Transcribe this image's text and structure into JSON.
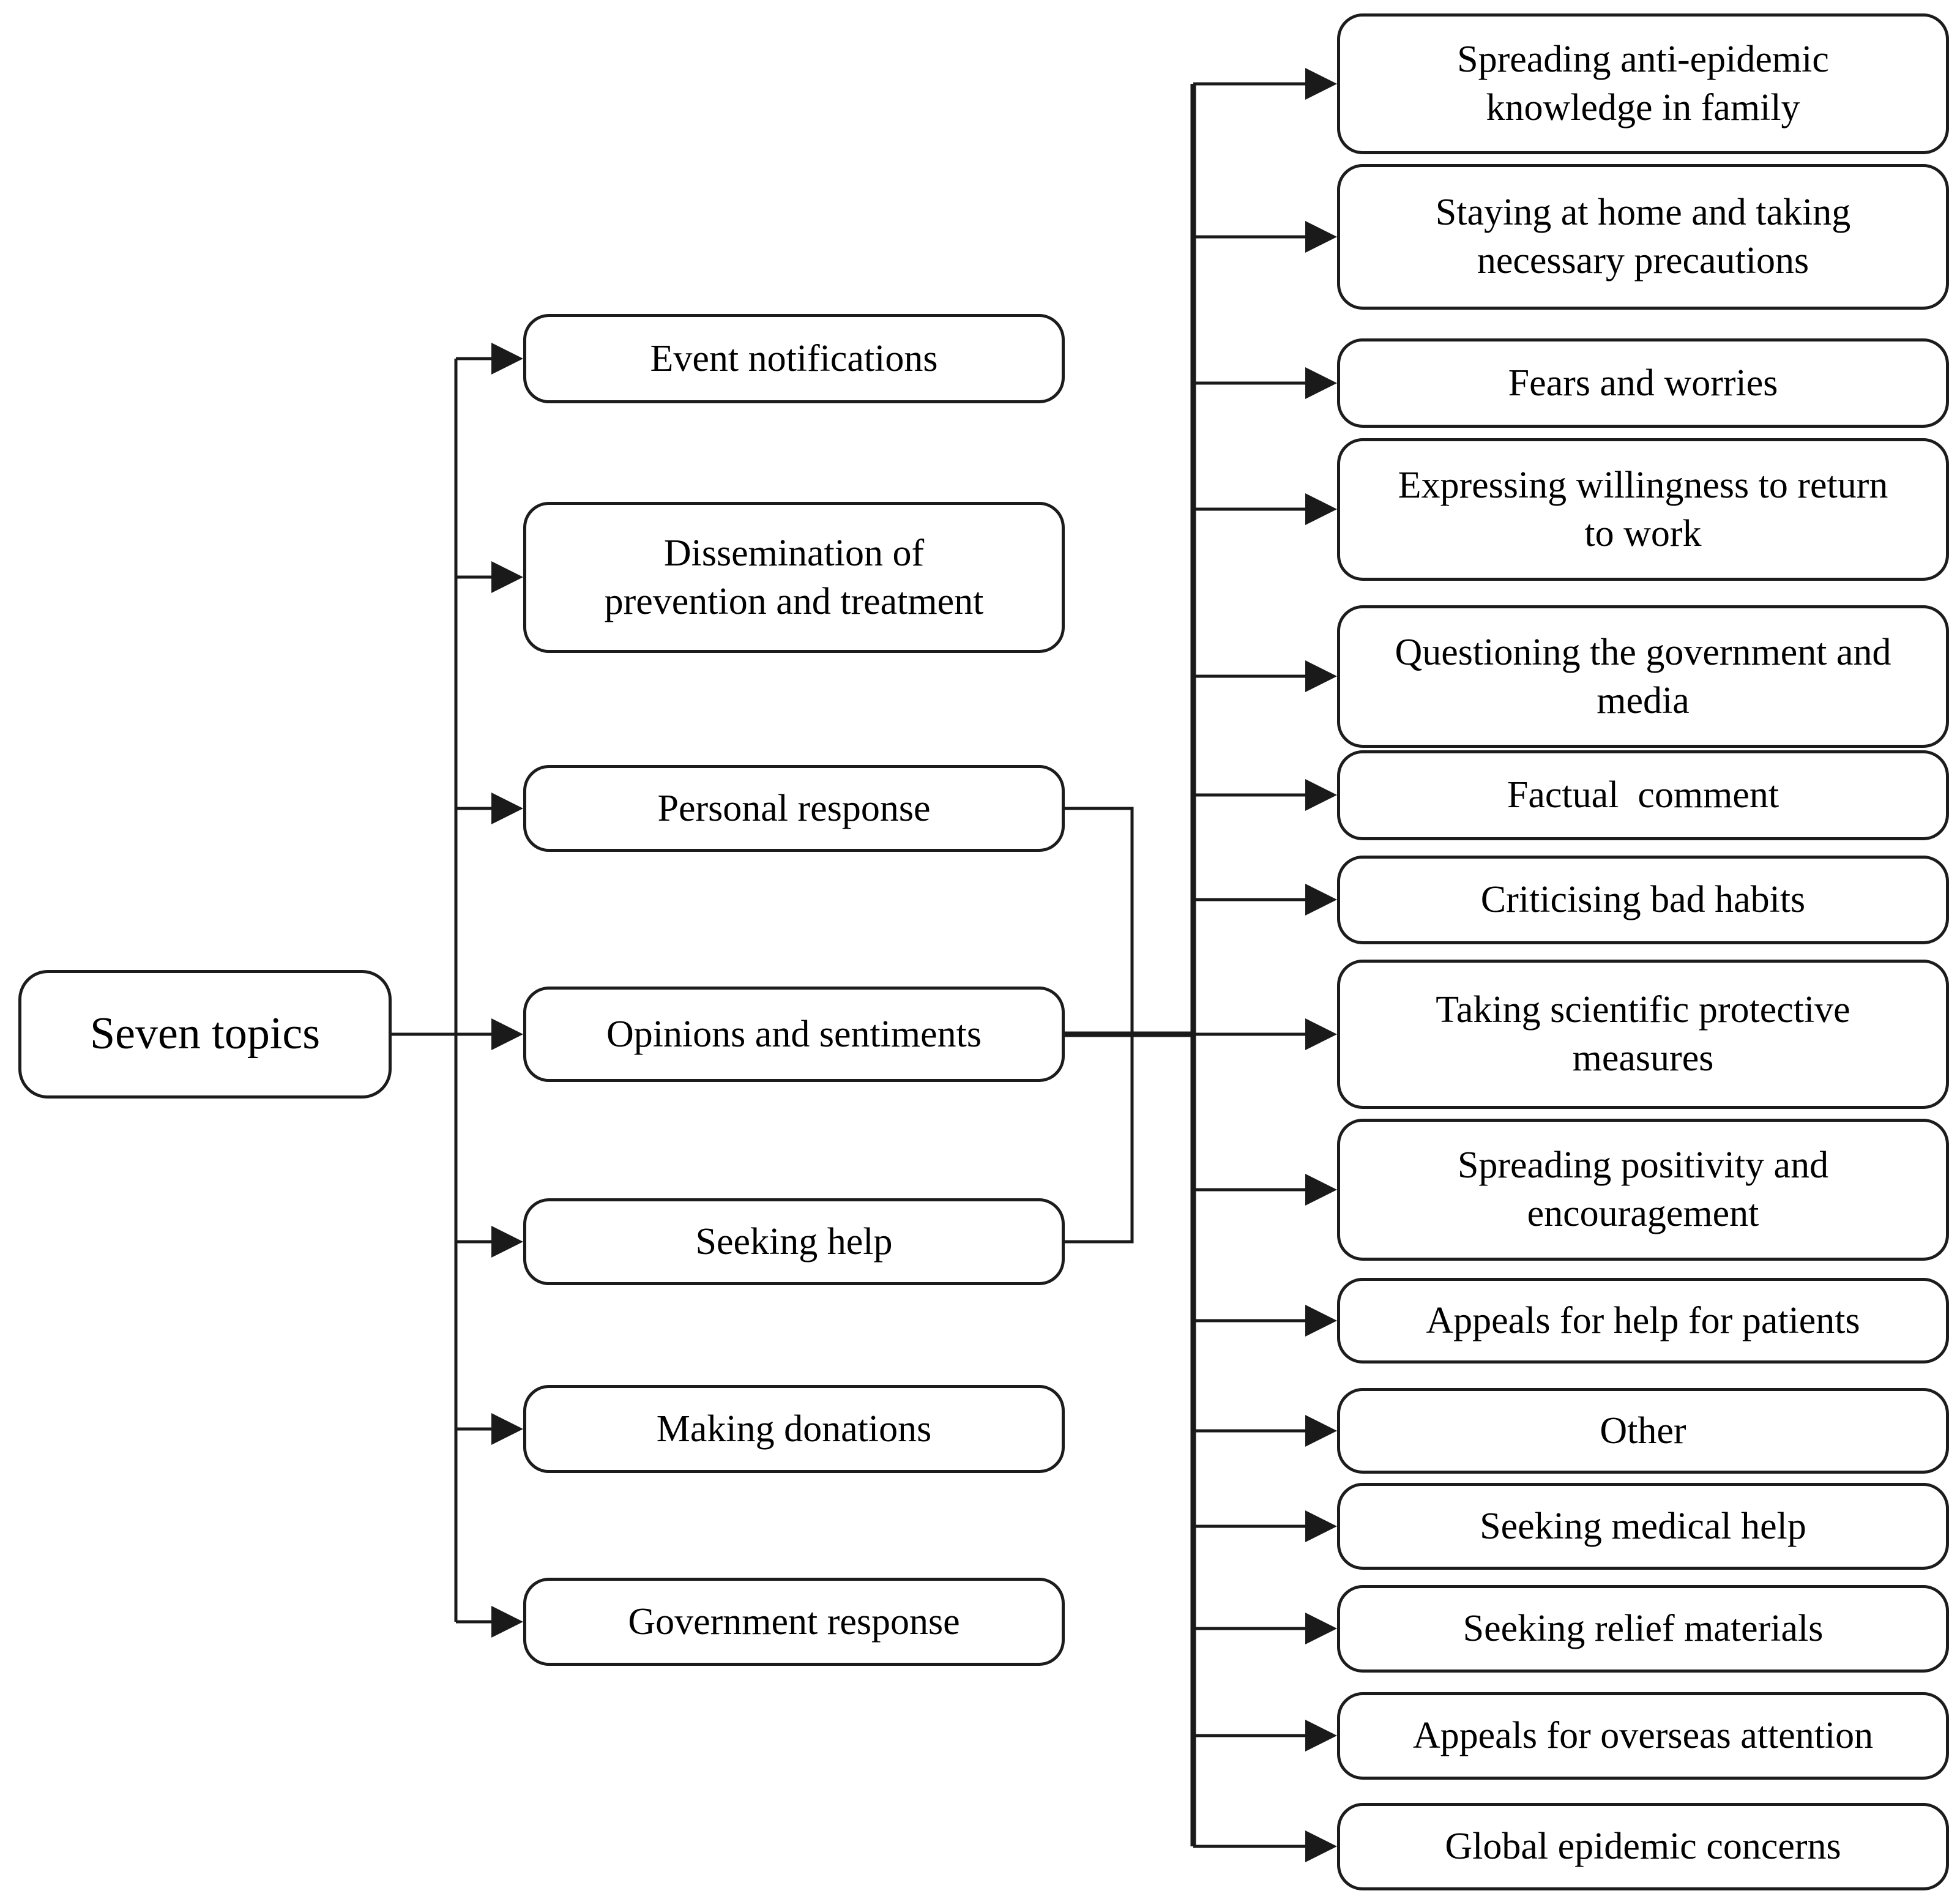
{
  "figure": {
    "root": {
      "label": "Seven topics"
    },
    "topics": [
      {
        "label": "Event notifications"
      },
      {
        "label": "Dissemination of\nprevention and treatment"
      },
      {
        "label": "Personal response"
      },
      {
        "label": "Opinions and sentiments"
      },
      {
        "label": "Seeking help"
      },
      {
        "label": "Making donations"
      },
      {
        "label": "Government response"
      }
    ],
    "subtopics": [
      {
        "label": "Spreading anti-epidemic\nknowledge in family"
      },
      {
        "label": "Staying at home and taking\nnecessary precautions"
      },
      {
        "label": "Fears and worries"
      },
      {
        "label": "Expressing willingness to return\nto work"
      },
      {
        "label": "Questioning the government and\nmedia"
      },
      {
        "label": "Factual  comment"
      },
      {
        "label": "Criticising bad habits"
      },
      {
        "label": "Taking scientific protective\nmeasures"
      },
      {
        "label": "Spreading positivity and\nencouragement"
      },
      {
        "label": "Appeals for help for patients"
      },
      {
        "label": "Other"
      },
      {
        "label": "Seeking medical help"
      },
      {
        "label": "Seeking relief materials"
      },
      {
        "label": "Appeals for overseas attention"
      },
      {
        "label": "Global epidemic concerns"
      }
    ],
    "colors": {
      "line": "#1a1a1a",
      "box_border": "#1c1c1c",
      "box_fill": "#ffffff",
      "text": "#000000",
      "background": "#ffffff"
    }
  }
}
